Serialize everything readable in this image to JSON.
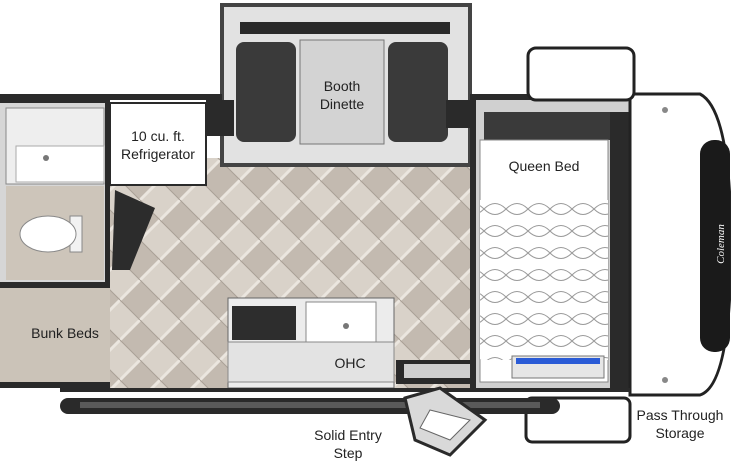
{
  "labels": {
    "booth_dinette": [
      "Booth",
      "Dinette"
    ],
    "refrigerator": [
      "10 cu. ft.",
      "Refrigerator"
    ],
    "queen_bed": "Queen Bed",
    "bunk_beds": "Bunk Beds",
    "ohc": "OHC",
    "solid_entry_step": [
      "Solid Entry",
      "Step"
    ],
    "pass_through_storage": [
      "Pass Through",
      "Storage"
    ]
  },
  "brand": "Coleman",
  "colors": {
    "wall": "#2a2a2a",
    "floor_light": "#d8d1c8",
    "floor_dark": "#b9afa4",
    "carpet": "#cbc3b8",
    "seat": "#3a3a3a",
    "mattress": "#ffffff"
  }
}
